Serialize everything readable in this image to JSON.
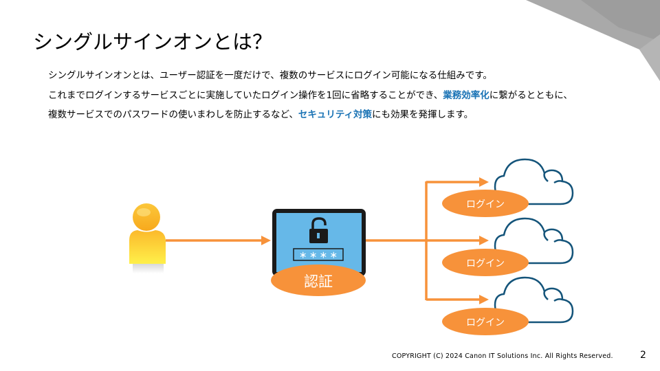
{
  "slide": {
    "title": "シングルサインオンとは？",
    "paragraph": {
      "line1": "シングルサインオンとは、ユーザー認証を一度だけで、複数のサービスにログイン可能になる仕組みです。",
      "line2_pre": "これまでログインするサービスごとに実施していたログイン操作を1回に省略することができ、",
      "line2_highlight": "業務効率化",
      "line2_post": "に繋がるとともに、",
      "line3_pre": "複数サービスでのパスワードの使いまわしを防止するなど、",
      "line3_highlight": "セキュリティ対策",
      "line3_post": "にも効果を発揮します。"
    },
    "highlight_color": "#1a73b5"
  },
  "diagram": {
    "user_icon": "user-icon",
    "auth_box": {
      "icon": "unlocked-padlock-icon",
      "password_mask": "＊ ＊ ＊ ＊",
      "label": "認証"
    },
    "services": [
      {
        "icon": "cloud-icon",
        "label": "ログイン"
      },
      {
        "icon": "cloud-icon",
        "label": "ログイン"
      },
      {
        "icon": "cloud-icon",
        "label": "ログイン"
      }
    ],
    "colors": {
      "arrow": "#f7923a",
      "ellipse": "#f7923a",
      "screen": "#66b8e8",
      "frame": "#1a1a1a",
      "cloud": "#14547a",
      "user": "#f7c233"
    }
  },
  "footer": {
    "copyright": "COPYRIGHT (C) 2024 Canon IT Solutions Inc. All Rights Reserved.",
    "page_number": "2"
  }
}
